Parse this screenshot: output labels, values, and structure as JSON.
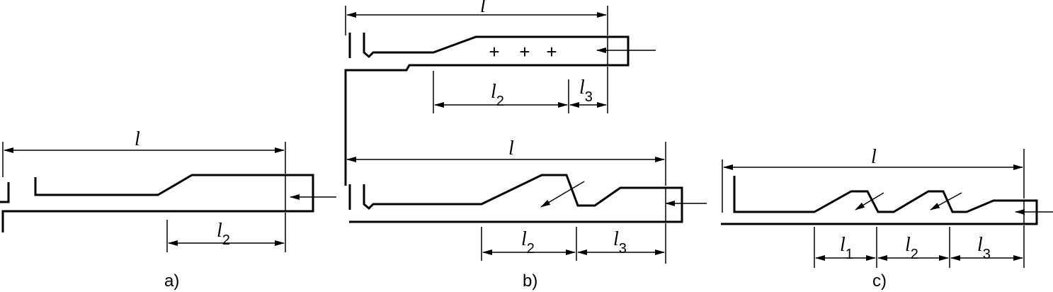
{
  "stroke_color": "#000000",
  "background_color": "#ffffff",
  "panels": [
    {
      "id": "a",
      "caption": "a)",
      "dimensions": [
        {
          "id": "l",
          "letter": "l",
          "sub": ""
        },
        {
          "id": "l2",
          "letter": "l",
          "sub": "2"
        }
      ]
    },
    {
      "id": "b-top",
      "caption": "",
      "plus_signs": [
        "+",
        "+",
        "+"
      ],
      "dimensions": [
        {
          "id": "l",
          "letter": "l",
          "sub": ""
        },
        {
          "id": "l2",
          "letter": "l",
          "sub": "2"
        },
        {
          "id": "l3",
          "letter": "l",
          "sub": "3"
        }
      ]
    },
    {
      "id": "b",
      "caption": "b)",
      "dimensions": [
        {
          "id": "l",
          "letter": "l",
          "sub": ""
        },
        {
          "id": "l2",
          "letter": "l",
          "sub": "2"
        },
        {
          "id": "l3",
          "letter": "l",
          "sub": "3"
        }
      ]
    },
    {
      "id": "c",
      "caption": "c)",
      "dimensions": [
        {
          "id": "l",
          "letter": "l",
          "sub": ""
        },
        {
          "id": "l1",
          "letter": "l",
          "sub": "1"
        },
        {
          "id": "l2",
          "letter": "l",
          "sub": "2"
        },
        {
          "id": "l3",
          "letter": "l",
          "sub": "3"
        }
      ]
    }
  ]
}
